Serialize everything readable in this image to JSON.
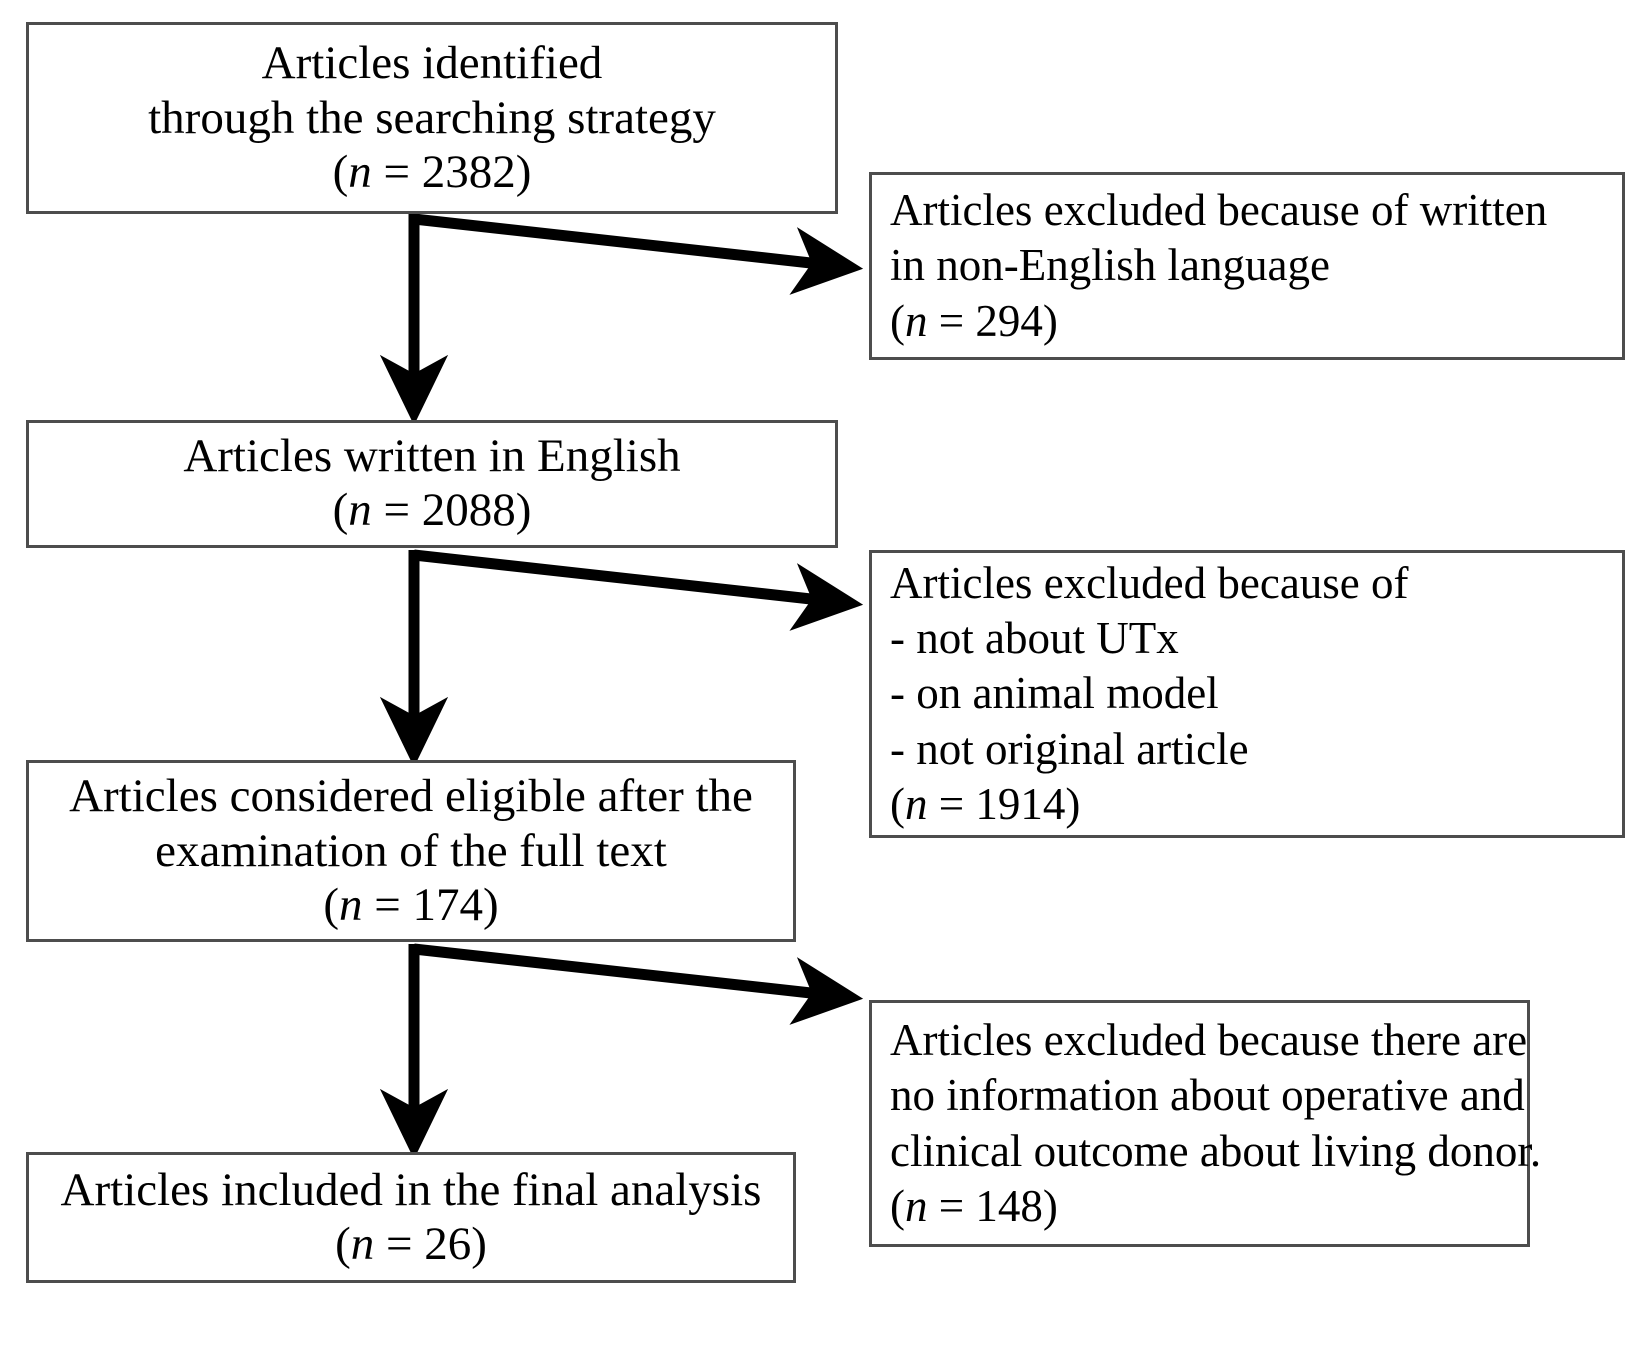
{
  "diagram": {
    "type": "flowchart",
    "title": "PRISMA-style article selection flow diagram",
    "colors": {
      "box_border": "#4d4d4d",
      "arrow": "#000000",
      "background": "#ffffff",
      "text": "#000000"
    },
    "flow_nodes": [
      {
        "id": "identified",
        "lines": [
          "Articles identified",
          "through the searching strategy"
        ],
        "count_prefix": "(",
        "count_var": "n",
        "count_eq": " = ",
        "count_value": "2382",
        "count_suffix": ")",
        "count_text": "(n = 2382)"
      },
      {
        "id": "english",
        "lines": [
          "Articles written in English"
        ],
        "count_text": "(n = 2088)",
        "count_var": "n",
        "count_value": "2088"
      },
      {
        "id": "eligible",
        "lines": [
          "Articles considered eligible after the",
          "examination of the full text"
        ],
        "count_text": "(n = 174)",
        "count_var": "n",
        "count_value": "174"
      },
      {
        "id": "included",
        "lines": [
          "Articles included in the final analysis"
        ],
        "count_text": "(n = 26)",
        "count_var": "n",
        "count_value": "26"
      }
    ],
    "exclusion_nodes": [
      {
        "id": "excl-lang",
        "lines": [
          "Articles excluded because of written",
          "in non-English language"
        ],
        "count_text": "(n = 294)",
        "count_var": "n",
        "count_value": "294"
      },
      {
        "id": "excl-topic",
        "lines": [
          "Articles excluded because of",
          "- not about UTx",
          "- on animal model",
          "- not original article"
        ],
        "count_text": "(n = 1914)",
        "count_var": "n",
        "count_value": "1914"
      },
      {
        "id": "excl-info",
        "lines": [
          "Articles excluded because there are",
          "no information about operative and",
          "clinical outcome about living donor."
        ],
        "count_text": "(n = 148)",
        "count_var": "n",
        "count_value": "148"
      }
    ]
  }
}
